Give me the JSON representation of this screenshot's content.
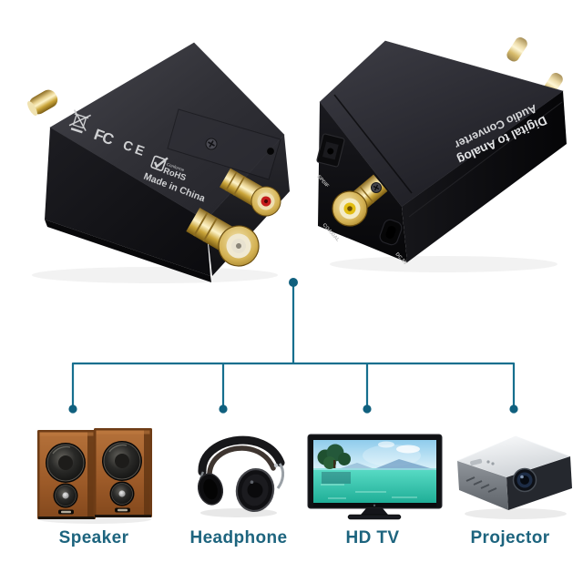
{
  "colors": {
    "line": "#166f8e",
    "dot": "#10607e",
    "label": "#1d647e",
    "gold": "#c9a227",
    "rca_red": "#c41c1c",
    "rca_white": "#e8e2d0",
    "coax_yellow": "#e2bd12",
    "device_black": "#1b1b1f"
  },
  "converter": {
    "front": {
      "markings": {
        "fcc": "FC",
        "ce": "CE",
        "rohs": "RoHS",
        "rohs_small": "Conforme",
        "made_in": "Made in China"
      }
    },
    "back": {
      "label_line1": "Digital to Analog",
      "label_line2": "Audio Converter",
      "ports": {
        "optical": "SPDIF",
        "coaxial": "COAXIAL",
        "power": "DC 5V"
      }
    }
  },
  "diagram": {
    "targets": [
      {
        "label": "Speaker",
        "icon": "bookshelf-speakers"
      },
      {
        "label": "Headphone",
        "icon": "over-ear-headphones"
      },
      {
        "label": "HD TV",
        "icon": "flat-screen-tv"
      },
      {
        "label": "Projector",
        "icon": "video-projector"
      }
    ]
  },
  "icons": {
    "weee": "crossed-out-wheelie-bin",
    "rohs_check": "checkmark-in-box",
    "screw": "phillips-screw"
  }
}
